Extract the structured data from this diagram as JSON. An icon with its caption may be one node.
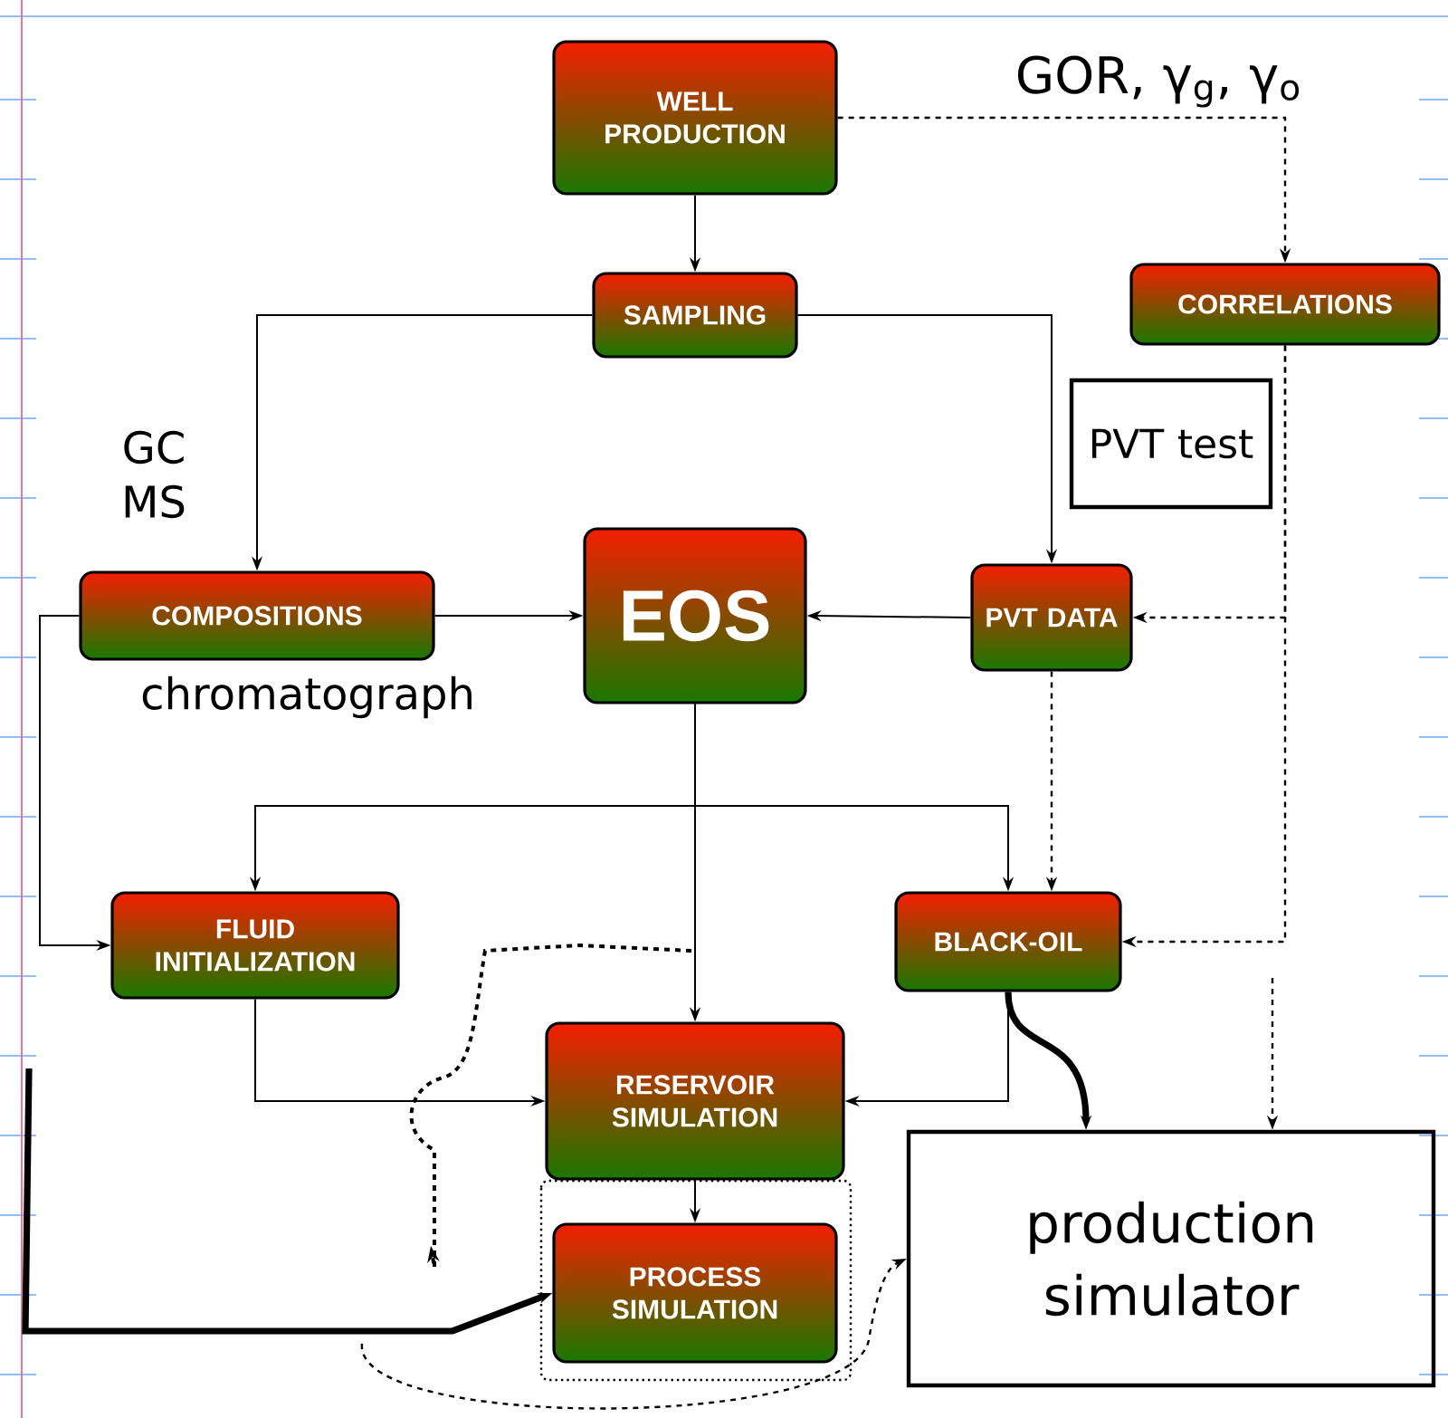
{
  "diagram": {
    "nodes": [
      {
        "text": [
          "WELL PRODUCTION"
        ]
      },
      {
        "text": [
          "SAMPLING"
        ]
      },
      {
        "text": [
          "CORRELATIONS"
        ]
      },
      {
        "text": [
          "PVT test"
        ]
      },
      {
        "text": [
          "COMPOSITIONS"
        ]
      },
      {
        "text": [
          "EOS"
        ]
      },
      {
        "text": [
          "PVT DATA"
        ]
      },
      {
        "text": [
          "FLUID INITIALIZATION"
        ]
      },
      {
        "text": [
          "BLACK-OIL"
        ]
      },
      {
        "text": [
          "RESERVOIR SIMULATION"
        ]
      },
      {
        "text": [
          "PROCESS SIMULATION"
        ]
      },
      {
        "text": [
          "production simulator"
        ]
      }
    ],
    "edges": [
      {
        "from": 0,
        "to": 1,
        "arrow": "to"
      },
      {
        "from": 0,
        "to": 2,
        "arrow": "to",
        "style": "dashed"
      },
      {
        "from": 1,
        "to": 4,
        "arrow": "to"
      },
      {
        "from": 1,
        "to": 6,
        "arrow": "to"
      },
      {
        "from": 4,
        "to": 5,
        "arrow": "to"
      },
      {
        "from": 6,
        "to": 5,
        "arrow": "to"
      },
      {
        "from": 2,
        "to": 6,
        "arrow": "to",
        "style": "dashed"
      },
      {
        "from": 2,
        "to": 8,
        "arrow": "to",
        "style": "dashed"
      },
      {
        "from": 6,
        "to": 8,
        "arrow": "to",
        "style": "dashed"
      },
      {
        "from": 5,
        "to": 7,
        "arrow": "to"
      },
      {
        "from": 5,
        "to": 8,
        "arrow": "to"
      },
      {
        "from": 5,
        "to": 9,
        "arrow": "to"
      },
      {
        "from": 4,
        "to": 7,
        "arrow": "to"
      },
      {
        "from": 7,
        "to": 9,
        "arrow": "to"
      },
      {
        "from": 8,
        "to": 9,
        "arrow": "to"
      },
      {
        "from": 9,
        "to": 10,
        "arrow": "to"
      },
      {
        "from": 8,
        "to": 11,
        "arrow": "to",
        "style": "thick"
      },
      {
        "from": null,
        "to": 11,
        "arrow": "to",
        "style": "dashed"
      },
      {
        "from": null,
        "to": 10,
        "arrow": "to",
        "style": "thick"
      },
      {
        "from": null,
        "to": 11,
        "arrow": "to",
        "style": "dashed"
      }
    ],
    "labels": [
      "GOR, γ$_{g}$, γ$_{o}$",
      "GC MS",
      "chromatograph"
    ]
  }
}
